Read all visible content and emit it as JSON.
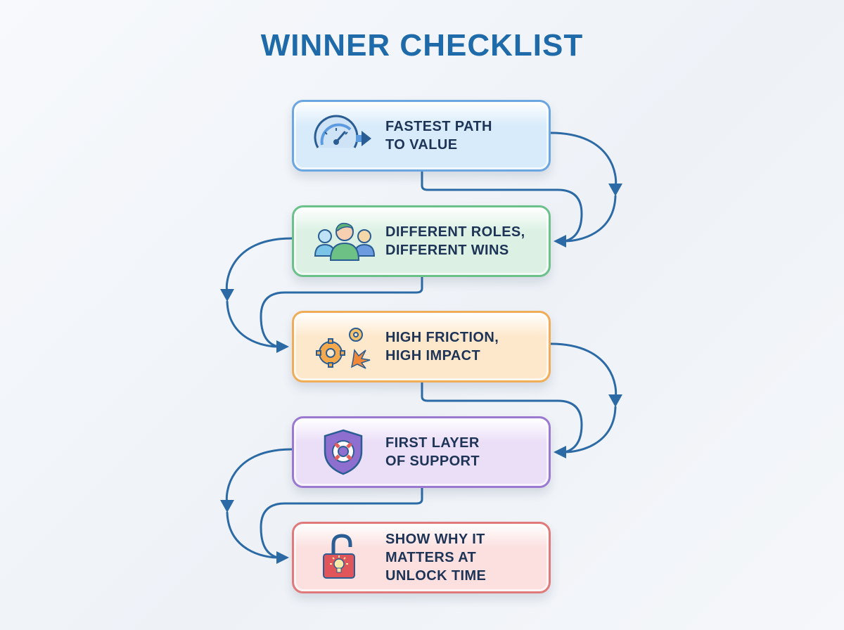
{
  "title": "WINNER CHECKLIST",
  "items": [
    {
      "label": "FASTEST PATH\nTO VALUE",
      "icon": "speedometer-arrow-icon",
      "color": "#6ba6e0",
      "bg": "#d8ebfa"
    },
    {
      "label": "DIFFERENT ROLES,\nDIFFERENT WINS",
      "icon": "people-group-icon",
      "color": "#6cc08a",
      "bg": "#dcf1e4"
    },
    {
      "label": "HIGH FRICTION,\nHIGH IMPACT",
      "icon": "gears-spark-icon",
      "color": "#f0ad58",
      "bg": "#fde8cc"
    },
    {
      "label": "FIRST LAYER\nOF SUPPORT",
      "icon": "shield-lifebuoy-icon",
      "color": "#9b79d1",
      "bg": "#ebdff8"
    },
    {
      "label": "SHOW WHY IT\nMATTERS AT\nUNLOCK TIME",
      "icon": "unlocked-padlock-bulb-icon",
      "color": "#e07a7a",
      "bg": "#fbe0df"
    }
  ],
  "connector_color": "#2c6aa6"
}
